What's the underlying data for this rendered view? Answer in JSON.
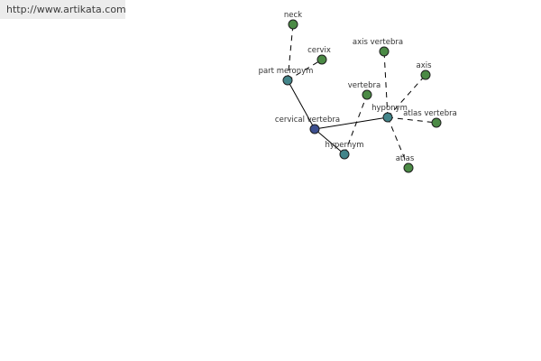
{
  "site": {
    "url_text": "http://www.artikata.com"
  },
  "colors": {
    "background": "#ffffff",
    "header_bg": "#ececec",
    "edge": "#000000",
    "root_node": "#3d4f8f",
    "relation_node": "#43858a",
    "term_node": "#4b8a45"
  },
  "graph": {
    "nodes": {
      "root": {
        "label": "cervical vertebra",
        "kind": "root"
      },
      "part_meronym": {
        "label": "part meronym",
        "kind": "relation"
      },
      "hyponym": {
        "label": "hyponym",
        "kind": "relation"
      },
      "hypernym": {
        "label": "hypernym",
        "kind": "relation"
      },
      "neck": {
        "label": "neck",
        "kind": "term"
      },
      "cervix": {
        "label": "cervix",
        "kind": "term"
      },
      "axis_vertebra": {
        "label": "axis vertebra",
        "kind": "term"
      },
      "axis": {
        "label": "axis",
        "kind": "term"
      },
      "vertebra": {
        "label": "vertebra",
        "kind": "term"
      },
      "atlas_vertebra": {
        "label": "atlas vertebra",
        "kind": "term"
      },
      "atlas": {
        "label": "atlas",
        "kind": "term"
      }
    },
    "edges": [
      {
        "from": "root",
        "to": "part_meronym",
        "style": "solid"
      },
      {
        "from": "root",
        "to": "hyponym",
        "style": "solid"
      },
      {
        "from": "root",
        "to": "hypernym",
        "style": "solid"
      },
      {
        "from": "part_meronym",
        "to": "neck",
        "style": "dashed"
      },
      {
        "from": "part_meronym",
        "to": "cervix",
        "style": "dashed"
      },
      {
        "from": "hyponym",
        "to": "axis_vertebra",
        "style": "dashed"
      },
      {
        "from": "hyponym",
        "to": "axis",
        "style": "dashed"
      },
      {
        "from": "hyponym",
        "to": "atlas_vertebra",
        "style": "dashed"
      },
      {
        "from": "hyponym",
        "to": "atlas",
        "style": "dashed"
      },
      {
        "from": "hypernym",
        "to": "vertebra",
        "style": "dashed"
      }
    ]
  }
}
